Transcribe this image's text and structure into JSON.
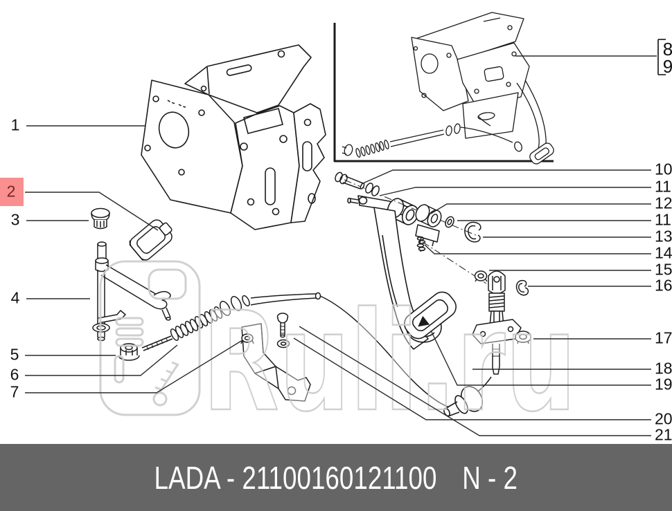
{
  "watermark": {
    "text": "Ruli.ru"
  },
  "footer": {
    "left_text": "LADA - 21100160121100",
    "right_text": "N - 2"
  },
  "callouts": {
    "n1": "1",
    "n2": "2",
    "n3": "3",
    "n4": "4",
    "n5": "5",
    "n6": "6",
    "n7": "7",
    "n8": "8",
    "n9": "9",
    "n10": "10",
    "n11a": "11",
    "n12": "12",
    "n11b": "11",
    "n13": "13",
    "n14": "14",
    "n15": "15",
    "n16": "16",
    "n17": "17",
    "n18": "18",
    "n19": "19",
    "n20": "20",
    "n21": "21"
  },
  "colors": {
    "highlight_bg": "#f98f8f",
    "highlight_text": "#7a2424",
    "banner_bg": "#656565",
    "banner_text": "#fdfdfd",
    "line": "#1b1b1b",
    "watermark_gray": "#cccccc"
  }
}
